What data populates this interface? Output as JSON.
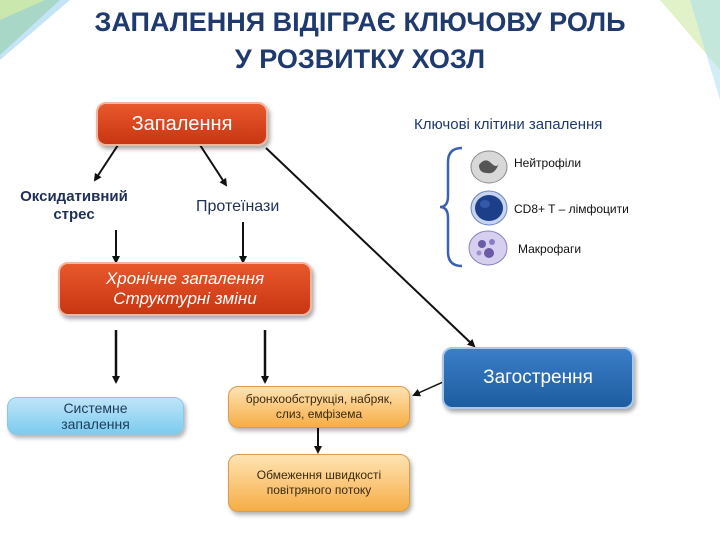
{
  "title": {
    "line1": "ЗАПАЛЕННЯ ВІДІГРАЄ КЛЮЧОВУ РОЛЬ",
    "line2": "У  РОЗВИТКУ ХОЗЛ"
  },
  "nodes": {
    "inflammation": "Запалення",
    "oxidative_stress": "Оксидативний стрес",
    "proteinases": "Протеїнази",
    "chronic_inflammation_line1": "Хронічне запалення",
    "chronic_inflammation_line2": "Структурні зміни",
    "systemic_inflammation": "Системне запалення",
    "bronchoobstruction": "бронхообструкція, набряк, слиз, емфізема",
    "airflow_limitation": "Обмеження   швидкості повітряного   потоку",
    "exacerbation": "Загострення"
  },
  "key_cells": {
    "heading": "Ключові клітини запалення",
    "items": [
      {
        "label": "Нейтрофіли",
        "color": "#6a6a6a"
      },
      {
        "label": "CD8+ T – лімфоцити",
        "color": "#1d3f8a"
      },
      {
        "label": "Макрофаги",
        "color": "#6b5aa8"
      }
    ]
  },
  "colors": {
    "title": "#1f3a6e",
    "red_box": "#d9461c",
    "blue_box": "#2a6db3",
    "light_blue_box": "#9fd8f3",
    "orange_box": "#f8c06a"
  }
}
